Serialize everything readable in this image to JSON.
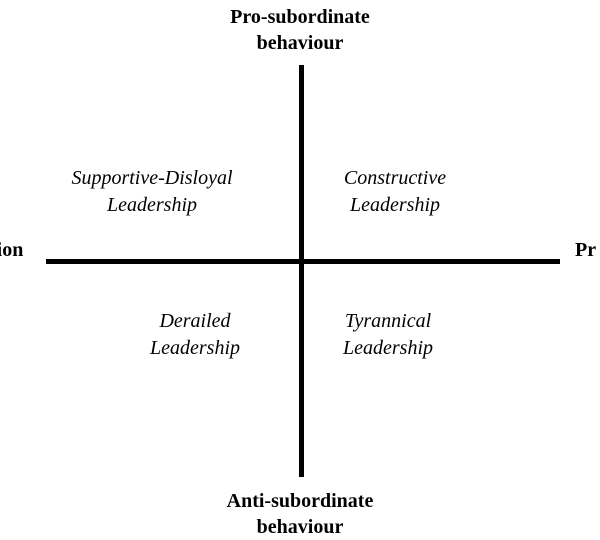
{
  "axes": {
    "top": {
      "line1": "Pro-subordinate",
      "line2": "behaviour"
    },
    "bottom": {
      "line1": "Anti-subordinate",
      "line2": "behaviour"
    },
    "left": {
      "text": "tion"
    },
    "right": {
      "text": "Pr"
    }
  },
  "quadrants": {
    "top_left": {
      "line1": "Supportive-Disloyal",
      "line2": "Leadership"
    },
    "top_right": {
      "line1": "Constructive",
      "line2": "Leadership"
    },
    "bottom_left": {
      "line1": "Derailed",
      "line2": "Leadership"
    },
    "bottom_right": {
      "line1": "Tyrannical",
      "line2": "Leadership"
    }
  }
}
